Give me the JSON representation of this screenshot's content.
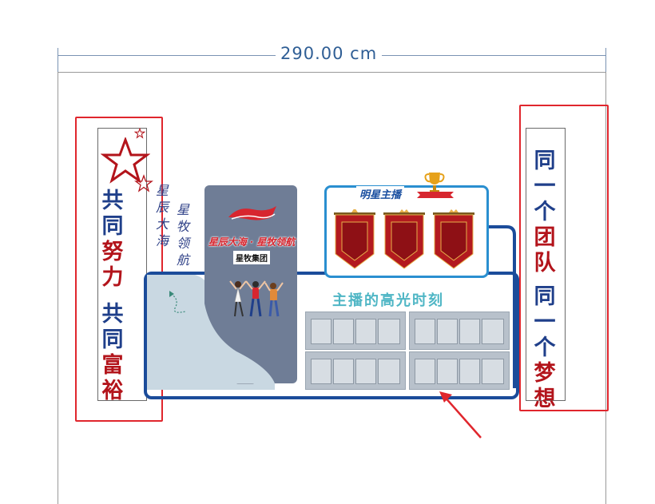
{
  "dimension": {
    "label": "290.00 cm"
  },
  "left_panel": {
    "line1": [
      "共",
      "同",
      "努",
      "力"
    ],
    "line2": [
      "共",
      "同",
      "富",
      "裕"
    ]
  },
  "calligraphy": {
    "col1": [
      "星",
      "辰",
      "大",
      "海"
    ],
    "col2": [
      "星",
      "牧",
      "领",
      "航"
    ]
  },
  "right_panel": {
    "line1": [
      "同",
      "一",
      "个",
      "团",
      "队"
    ],
    "line2": [
      "同",
      "一",
      "个",
      "梦",
      "想"
    ]
  },
  "center": {
    "slogan": "星辰大海 · 星牧领航",
    "group_name": "星牧集团",
    "star_banner_title": "明星主播",
    "highlight_title": "主播的高光时刻"
  },
  "colors": {
    "navy": "#1f3f8a",
    "crimson": "#b3141b",
    "highlight_red": "#e0262d",
    "board_blue": "#1b4c9a",
    "accent_teal": "#4fb6c5"
  },
  "icons": [
    "star-outline-icon",
    "trophy-icon",
    "arrow-pointer-icon"
  ]
}
